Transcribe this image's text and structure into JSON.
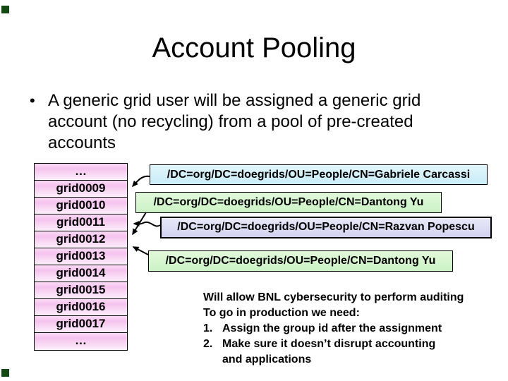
{
  "slide_title": "Account Pooling",
  "bullet": {
    "marker": "•",
    "lines": [
      "A generic grid user will be assigned a generic grid",
      "account (no recycling) from a pool of pre-created",
      "accounts"
    ]
  },
  "account_pool_table": {
    "rows": [
      "…",
      "grid0009",
      "grid0010",
      "grid0011",
      "grid0012",
      "grid0013",
      "grid0014",
      "grid0015",
      "grid0016",
      "grid0017",
      "…"
    ],
    "fill_color": "#f5c3ee",
    "border_color": "#000000"
  },
  "dn_boxes": [
    {
      "text": "/DC=org/DC=doegrids/OU=People/CN=Gabriele Carcassi",
      "fill_color": "#cdedf8",
      "arrow_points_to": "grid0009"
    },
    {
      "text": "/DC=org/DC=doegrids/OU=People/CN=Dantong Yu",
      "fill_color": "#d3f4cd",
      "arrow_points_to": "grid0012"
    },
    {
      "text": "/DC=org/DC=doegrids/OU=People/CN=Razvan Popescu",
      "fill_color": "#d8d8f2",
      "arrow_points_to": "grid0011"
    },
    {
      "text": "/DC=org/DC=doegrids/OU=People/CN=Dantong Yu",
      "fill_color": "#d3f4cd",
      "arrow_points_to": "grid0012"
    }
  ],
  "notes": {
    "lines": [
      {
        "num": "",
        "text": "Will allow BNL cybersecurity to perform auditing"
      },
      {
        "num": "",
        "text": "To go in production we need:"
      },
      {
        "num": "1.",
        "text": "Assign the group id after the assignment"
      },
      {
        "num": "2.",
        "text": "Make sure it doesn’t disrupt accounting"
      },
      {
        "num": "",
        "text": "and applications"
      }
    ]
  },
  "decorations": {
    "corner_marker_color": "#134a13",
    "arrow_color": "#000000"
  }
}
